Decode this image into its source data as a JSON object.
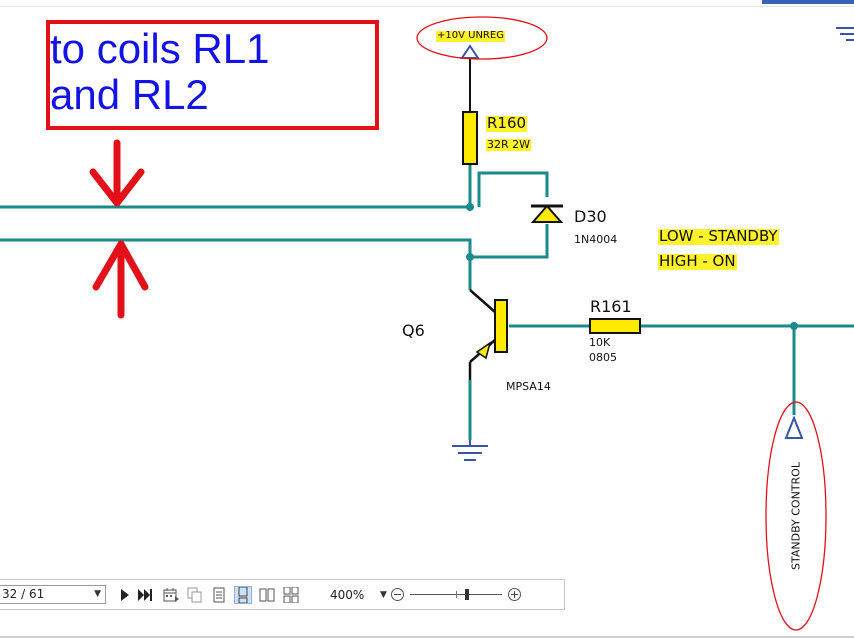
{
  "annotation": {
    "lines": [
      "to coils RL1",
      "and RL2"
    ]
  },
  "power_flag": {
    "label": "+10V UNREG"
  },
  "components": {
    "r160": {
      "ref": "R160",
      "value": "32R 2W"
    },
    "d30": {
      "ref": "D30",
      "value": "1N4004"
    },
    "q6": {
      "ref": "Q6",
      "part": "MPSA14"
    },
    "r161": {
      "ref": "R161",
      "value": "10K",
      "package": "0805"
    }
  },
  "note": {
    "line1": "LOW - STANDBY",
    "line2": "HIGH - ON"
  },
  "port": {
    "label": "STANDBY CONTROL"
  },
  "toolbar": {
    "page_indicator": "32 / 61",
    "zoom_level": "400%",
    "zoom_slider_fraction": 0.62,
    "icons": {
      "next": "play-next-icon",
      "last": "skip-last-icon",
      "single_page": "single-page-icon",
      "continuous": "continuous-page-icon",
      "two_page": "two-page-icon",
      "two_page_continuous": "two-page-continuous-icon"
    }
  },
  "colors": {
    "wire": "#1a8a8a",
    "component_fill": "#ffea00",
    "highlight": "#fff12a",
    "annotation_red": "#e3101a",
    "annotation_blue": "#1313e8",
    "power_symbol": "#3a52a8"
  }
}
